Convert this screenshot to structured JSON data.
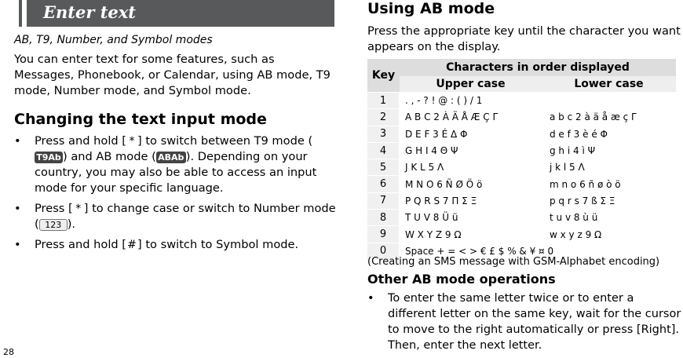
{
  "banner": {
    "title": "Enter text"
  },
  "subtitle": "AB, T9, Number, and Symbol modes",
  "intro": "You can enter text for some features, such as Messages, Phonebook, or Calendar, using AB mode, T9 mode, Number mode, and Symbol mode.",
  "section1": {
    "heading": "Changing the text input mode",
    "b1_a": "Press and hold [",
    "b1_b": "] to switch between T9 mode (",
    "b1_c": ") and AB mode (",
    "b1_d": "). Depending on your country, you may also be able to access an input mode for your specific language.",
    "b2_a": "Press [",
    "b2_b": "] to change case or switch to Number mode (",
    "b2_c": ").",
    "b3_a": "Press and hold [",
    "b3_b": "] to switch to Symbol mode.",
    "star_key": "*",
    "hash_key": "#",
    "t9_icon": "T9Ab",
    "ab_icon": "ABAb",
    "num_icon": "123"
  },
  "section2": {
    "heading": "Using AB mode",
    "intro": "Press the appropriate key until the character you want appears on the display.",
    "table": {
      "key_header": "Key",
      "group_header": "Characters in order displayed",
      "upper_header": "Upper case",
      "lower_header": "Lower case",
      "rows": [
        {
          "key": "1",
          "upper": ". , - ? ! @ : ( ) / 1",
          "lower": ""
        },
        {
          "key": "2",
          "upper": "A B C 2 À Ä Å Æ Ç Γ",
          "lower": "a b c 2 à ä å æ ç Γ"
        },
        {
          "key": "3",
          "upper": "D E F 3 É Δ Φ",
          "lower": "d e f 3 è é Φ"
        },
        {
          "key": "4",
          "upper": "G H I 4 Θ Ψ",
          "lower": "g h i 4 ì Ψ"
        },
        {
          "key": "5",
          "upper": "J K L 5 Λ",
          "lower": "j k l 5 Λ"
        },
        {
          "key": "6",
          "upper": "M N O 6 Ñ Ø Ö ö",
          "lower": "m n o 6 ñ ø ò ö"
        },
        {
          "key": "7",
          "upper": "P Q R S 7 Π Σ Ξ",
          "lower": "p q r s 7 ß Σ Ξ"
        },
        {
          "key": "8",
          "upper": "T U V 8 Ü ü",
          "lower": "t u v 8 ù ü"
        },
        {
          "key": "9",
          "upper": "W X Y Z 9 Ω",
          "lower": "w x y z 9 Ω"
        },
        {
          "key": "0",
          "upper": "Space + = < > € £ $ % & ¥ ¤ 0",
          "lower": ""
        }
      ]
    },
    "caption": "(Creating an SMS message with GSM-Alphabet encoding)"
  },
  "section3": {
    "heading": "Other AB mode operations",
    "bullet": "To enter the same letter twice or to enter a different letter on the same key, wait for the cursor to move to the right automatically or press [Right]. Then, enter the next letter."
  },
  "page_number": "28"
}
